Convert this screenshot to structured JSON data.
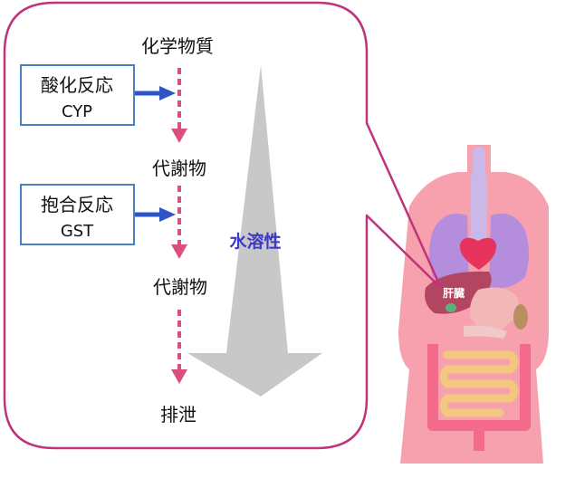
{
  "diagram": {
    "title_node": "化学物質",
    "metabolite_1": "代謝物",
    "metabolite_2": "代謝物",
    "excretion": "排泄",
    "reaction_1": {
      "name": "酸化反応",
      "enzyme": "CYP"
    },
    "reaction_2": {
      "name": "抱合反応",
      "enzyme": "GST"
    },
    "water_solubility": "水溶性",
    "organ_label": "肝臓"
  },
  "colors": {
    "frame": "#c0337a",
    "box_border": "#4a7fc1",
    "blue_arrow": "#2e55c4",
    "dashed_arrow": "#d9507c",
    "big_arrow": "#c8c8c8",
    "solubility_text": "#3a39c8",
    "body": "#f7a1ae",
    "liver": "#b2455f"
  },
  "icons": {
    "body_illustration": "human-torso-organs-icon"
  }
}
